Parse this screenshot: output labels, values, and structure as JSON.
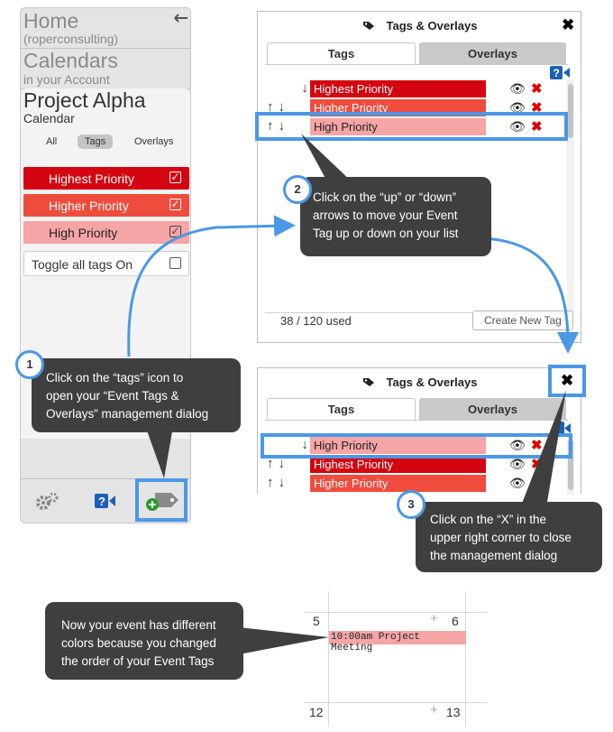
{
  "sidebar": {
    "home": {
      "title": "Home",
      "subtitle": "(roperconsulting)"
    },
    "calendars": {
      "title": "Calendars",
      "subtitle": "in your Account"
    },
    "project": {
      "title": "Project Alpha",
      "subtitle": "Calendar"
    },
    "tabs": [
      "All",
      "Tags",
      "Overlays"
    ],
    "tags": [
      {
        "label": "Highest Priority",
        "color": "#d40510"
      },
      {
        "label": "Higher Priority",
        "color": "#f04c3e"
      },
      {
        "label": "High Priority",
        "color": "#f5a5a5"
      }
    ],
    "toggle_label": "Toggle all tags On",
    "icons": [
      "back-arrow-icon",
      "gears-icon",
      "help-video-icon",
      "add-tag-icon"
    ]
  },
  "dialog1": {
    "title": "Tags & Overlays",
    "tabs": [
      "Tags",
      "Overlays"
    ],
    "rows": [
      {
        "label": "Highest Priority",
        "color": "#d40510"
      },
      {
        "label": "Higher Priority",
        "color": "#f04c3e"
      },
      {
        "label": "High Priority",
        "color": "#f5a5a5"
      }
    ],
    "used": "38 / 120 used",
    "create_label": "Create New Tag"
  },
  "dialog2": {
    "title": "Tags & Overlays",
    "tabs": [
      "Tags",
      "Overlays"
    ],
    "rows": [
      {
        "label": "High Priority",
        "color": "#f5a5a5"
      },
      {
        "label": "Highest Priority",
        "color": "#d40510"
      },
      {
        "label": "Higher Priority",
        "color": "#f04c3e"
      }
    ]
  },
  "callouts": {
    "c1": {
      "num": "1",
      "lines": [
        "Click on the “tags” icon to",
        "open  your “Event Tags &",
        "Overlays” management dialog"
      ]
    },
    "c2": {
      "num": "2",
      "lines": [
        "Click on the “up” or “down”",
        "arrows to move your Event",
        "Tag up or down on your list"
      ]
    },
    "c3": {
      "num": "3",
      "lines": [
        "Click on the “X” in the",
        "upper right corner to close",
        "the management dialog"
      ]
    },
    "c4": {
      "lines": [
        "Now your event has different",
        "colors because you changed",
        "the order of your Event Tags"
      ]
    }
  },
  "calendar": {
    "days": [
      "5",
      "6",
      "12",
      "13"
    ],
    "event": "10:00am Project Meeting",
    "event_color": "#f5a5a5"
  },
  "accent": "#4a98e6"
}
